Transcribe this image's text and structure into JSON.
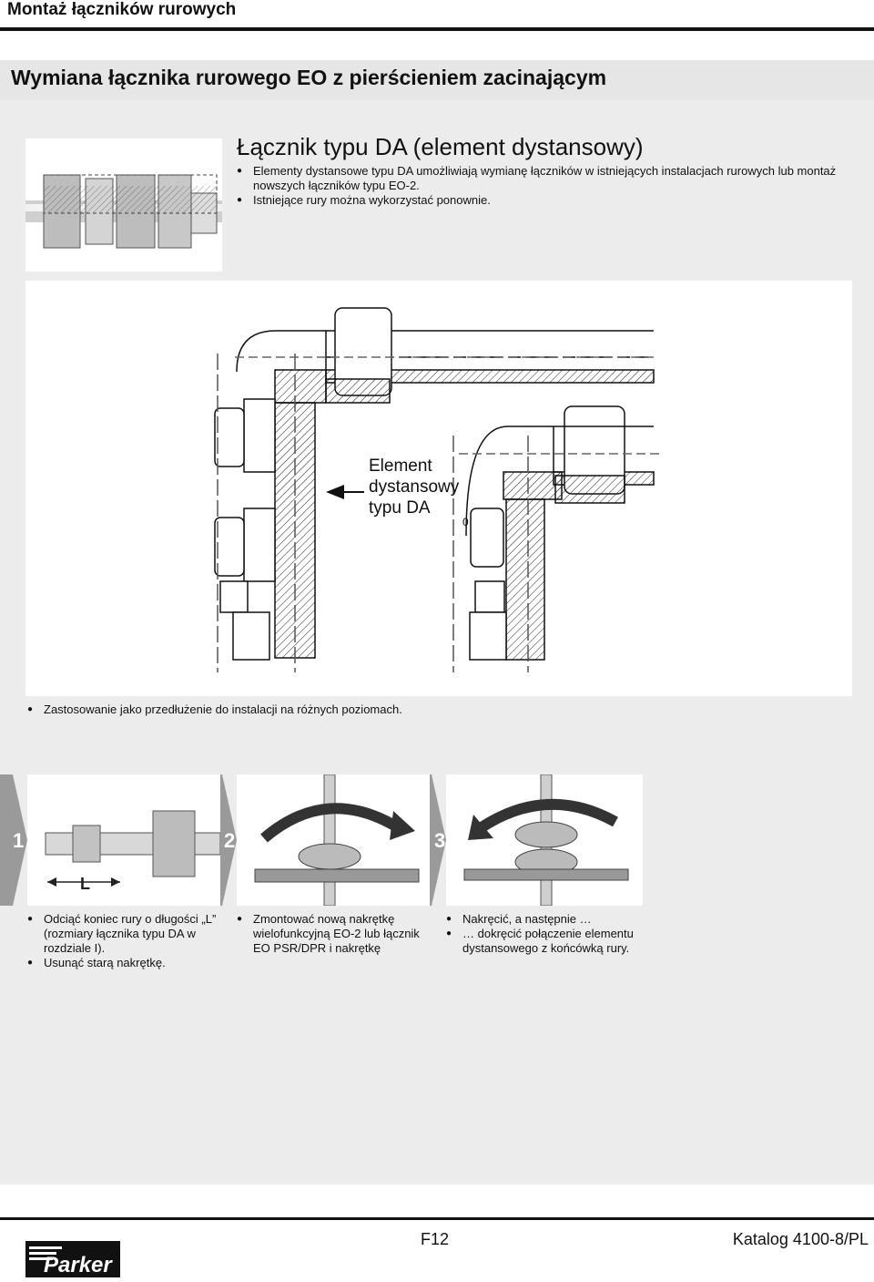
{
  "header": {
    "title": "Montaż łączników rurowych"
  },
  "band": {
    "title": "Wymiana łącznika rurowego EO z pierścieniem zacinającym"
  },
  "section": {
    "title": "Łącznik typu DA (element dystansowy)",
    "bullets": [
      "Elementy dystansowe typu DA umożliwiają wymianę łączników w istniejących instalacjach rurowych lub montaż nowszych łączników typu EO-2.",
      "Istniejące rury można wykorzystać ponownie."
    ]
  },
  "drawing": {
    "label_lines": [
      "Element",
      "dystansowy",
      "typu DA"
    ],
    "dim_zero": "0"
  },
  "application_note": "Zastosowanie jako przedłużenie do instalacji na różnych poziomach.",
  "steps": [
    {
      "num": "1",
      "dim_label": "L",
      "bullets": [
        "Odciąć koniec rury o długości „L” (rozmiary łącznika typu DA w rozdziale I).",
        "Usunąć starą nakrętkę."
      ]
    },
    {
      "num": "2",
      "bullets": [
        "Zmontować nową nakrętkę wielofunkcyjną EO-2 lub łącznik EO PSR/DPR i nakrętkę"
      ]
    },
    {
      "num": "3",
      "bullets": [
        "Nakręcić, a następnie …",
        "… dokręcić połączenie elementu dystansowego z końcówką rury."
      ]
    }
  ],
  "footer": {
    "page": "F12",
    "catalog": "Katalog 4100-8/PL",
    "logo_text": "Parker"
  },
  "colors": {
    "band": "#e6e6e6",
    "panel": "#ececec",
    "arrow": "#9a9a9a"
  }
}
